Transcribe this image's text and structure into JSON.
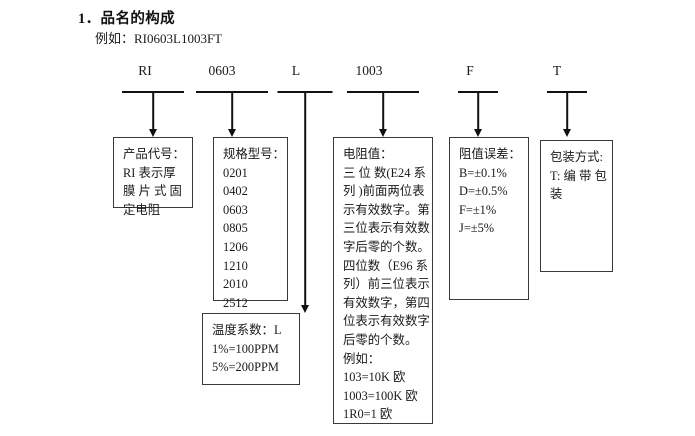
{
  "document": {
    "title": "1．品名的构成",
    "example_line": "例如：RI0603L1003FT"
  },
  "code_labels": [
    {
      "name": "product-code",
      "text": "RI"
    },
    {
      "name": "size-code",
      "text": "0603"
    },
    {
      "name": "temp-coefficient-code",
      "text": "L"
    },
    {
      "name": "resistance-code",
      "text": "1003"
    },
    {
      "name": "tolerance-code",
      "text": "F"
    },
    {
      "name": "packaging-code",
      "text": "T"
    }
  ],
  "boxes": {
    "product_code": {
      "heading": "产品代号：",
      "lines": [
        "RI  表示厚",
        "膜 片 式 固",
        "定电阻"
      ]
    },
    "size_model": {
      "heading": "规格型号：",
      "sizes": [
        "0201",
        "0402",
        "0603",
        "0805",
        "1206",
        "1210",
        "2010",
        "2512"
      ]
    },
    "temp_coefficient": {
      "heading": "温度系数：L",
      "lines": [
        "1%=100PPM",
        "5%=200PPM"
      ]
    },
    "resistance_value": {
      "heading": "电阻值：",
      "para_lines": [
        "三 位 数(E24  系",
        "列 )前面两位表",
        "示有效数字。第",
        "三位表示有效数",
        "字后零的个数。",
        "四位数（E96  系",
        "列）前三位表示",
        "有效数字，第四",
        "位表示有效数字",
        "后零的个数。"
      ],
      "example_heading": "例如：",
      "examples": [
        "103=10K 欧",
        "1003=100K 欧",
        "1R0=1 欧"
      ]
    },
    "tolerance": {
      "heading": "阻值误差：",
      "lines": [
        "B=±0.1%",
        "D=±0.5%",
        "F=±1%",
        "J=±5%"
      ]
    },
    "packaging": {
      "heading": "包装方式:",
      "lines": [
        "T: 编 带 包",
        "装"
      ]
    }
  },
  "colors": {
    "text": "#1a1a1a",
    "border": "#3a3a3a",
    "connector": "#111111",
    "background": "#ffffff"
  }
}
